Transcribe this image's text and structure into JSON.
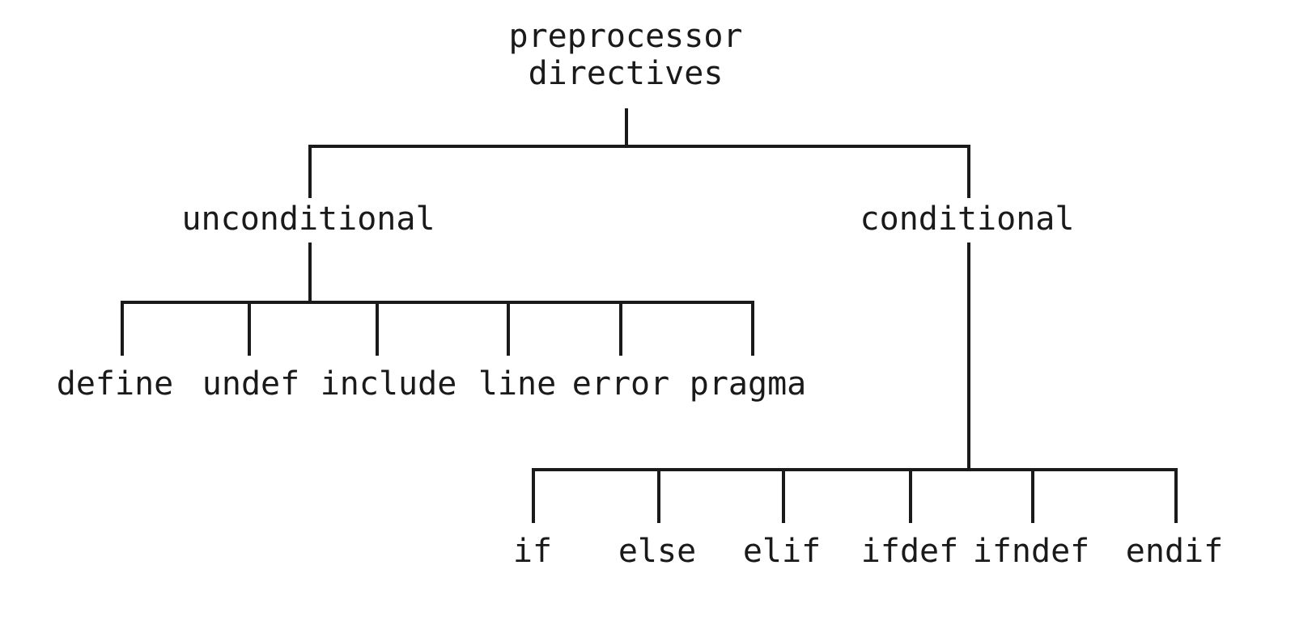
{
  "diagram": {
    "title_lines": [
      "preprocessor",
      "directives"
    ],
    "root": {
      "label_line1": "preprocessor",
      "label_line2": "directives"
    },
    "branches": [
      {
        "id": "unconditional",
        "label": "unconditional",
        "leaves": [
          {
            "label": "define"
          },
          {
            "label": "undef"
          },
          {
            "label": "include"
          },
          {
            "label": "line"
          },
          {
            "label": "error"
          },
          {
            "label": "pragma"
          }
        ]
      },
      {
        "id": "conditional",
        "label": "conditional",
        "leaves": [
          {
            "label": "if"
          },
          {
            "label": "else"
          },
          {
            "label": "elif"
          },
          {
            "label": "ifdef"
          },
          {
            "label": "ifndef"
          },
          {
            "label": "endif"
          }
        ]
      }
    ],
    "colors": {
      "background": "#ffffff",
      "line": "#1a1a1a",
      "text": "#1a1a1a"
    }
  }
}
